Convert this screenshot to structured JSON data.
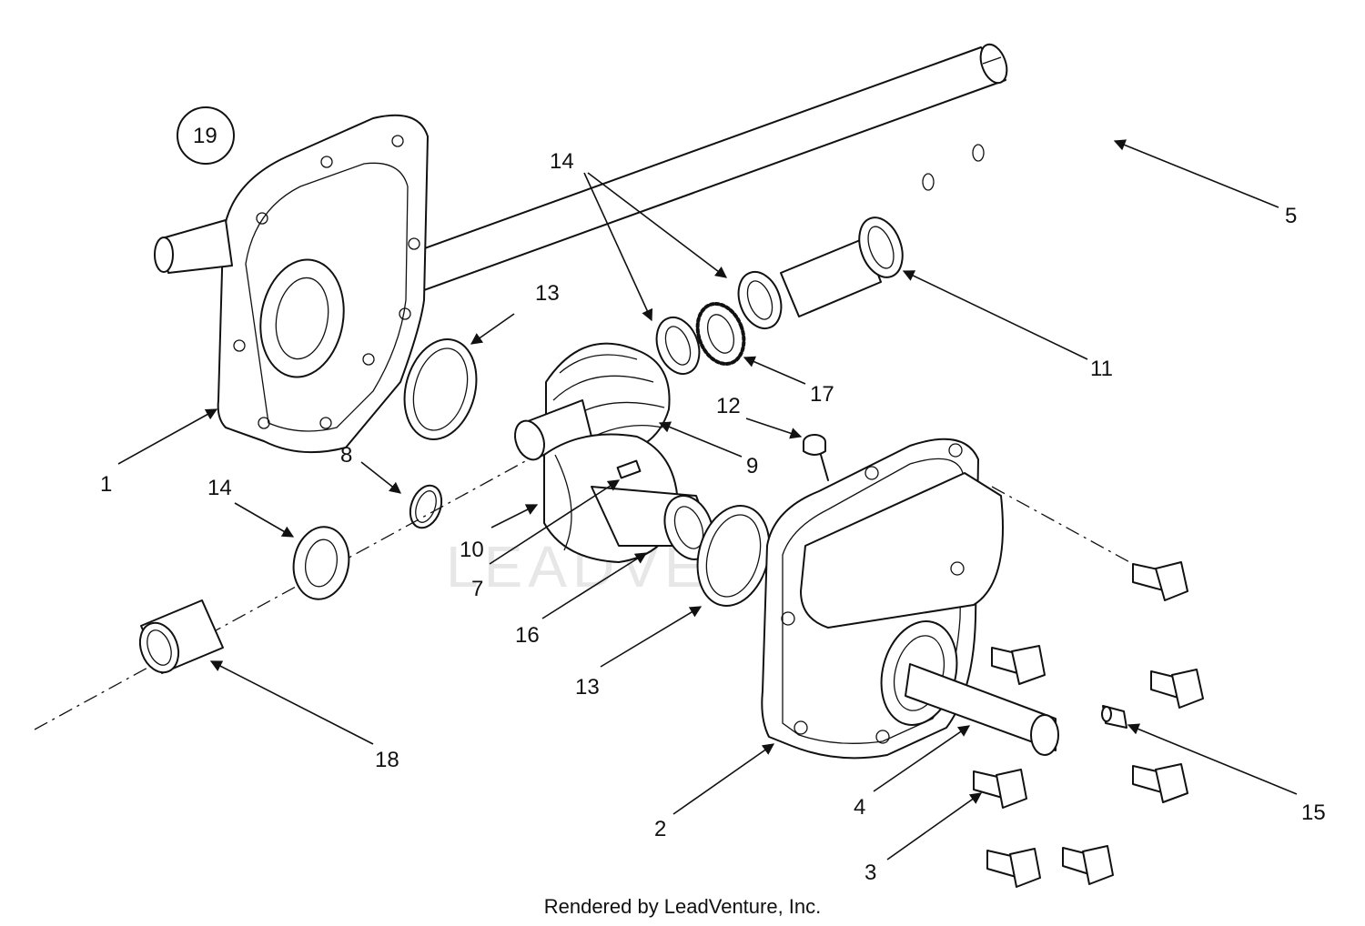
{
  "callouts": {
    "c1": "1",
    "c2": "2",
    "c3": "3",
    "c4": "4",
    "c5": "5",
    "c7": "7",
    "c8": "8",
    "c9": "9",
    "c10": "10",
    "c11": "11",
    "c12": "12",
    "c13a": "13",
    "c13b": "13",
    "c14a": "14",
    "c14b": "14",
    "c15": "15",
    "c16": "16",
    "c17": "17",
    "c18": "18",
    "c19": "19"
  },
  "watermark": "LEADVENTURE",
  "footer": "Rendered by LeadVenture, Inc."
}
